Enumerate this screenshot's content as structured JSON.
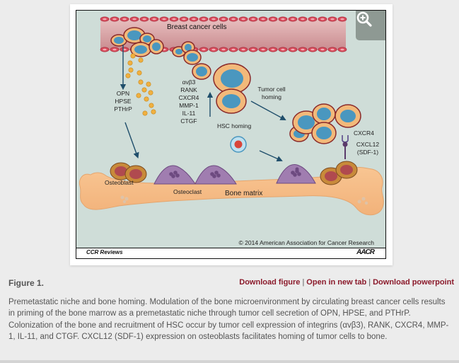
{
  "figure": {
    "labels": {
      "breast_cancer_cells": "Breast cancer cells",
      "secreted": [
        "OPN",
        "HPSE",
        "PTHrP"
      ],
      "expressed": [
        "αvβ3",
        "RANK",
        "CXCR4",
        "MMP-1",
        "IL-11",
        "CTGF"
      ],
      "tumor_cell_homing": [
        "Tumor cell",
        "homing"
      ],
      "hsc_homing": "HSC homing",
      "receptor": "CXCR4",
      "ligand": [
        "CXCL12",
        "(SDF-1)"
      ],
      "osteoblast": "Osteoblast",
      "osteoclast": "Osteoclast",
      "bone_matrix": "Bone matrix"
    },
    "copyright": "© 2014 American Association for Cancer Research",
    "footer_left": "CCR Reviews",
    "footer_right": "AACR",
    "zoom_icon": "zoom-in-icon",
    "colors": {
      "background": "#cfddd8",
      "vessel": "#d9a3a6",
      "cell_outer": "#f2b97a",
      "cell_nucleus": "#4a97bf",
      "bone": "#f7c08b",
      "osteoclast": "#a07db0",
      "osteoblast": "#b04a4f",
      "arrow": "#1f4e6b"
    }
  },
  "caption": {
    "figure_label": "Figure 1.",
    "links": [
      "Download figure",
      "Open in new tab",
      "Download powerpoint"
    ],
    "separator": "|",
    "text": "Premetastatic niche and bone homing. Modulation of the bone microenvironment by circulating breast cancer cells results in priming of the bone marrow as a premetastatic niche through tumor cell secretion of OPN, HPSE, and PTHrP. Colonization of the bone and recruitment of HSC occur by tumor cell expression of integrins (αvβ3), RANK, CXCR4, MMP-1, IL-11, and CTGF. CXCL12 (SDF-1) expression on osteoblasts facilitates homing of tumor cells to bone."
  },
  "colors": {
    "page_background": "#ececec",
    "link": "#8b1a2b",
    "caption_text": "#555555"
  }
}
